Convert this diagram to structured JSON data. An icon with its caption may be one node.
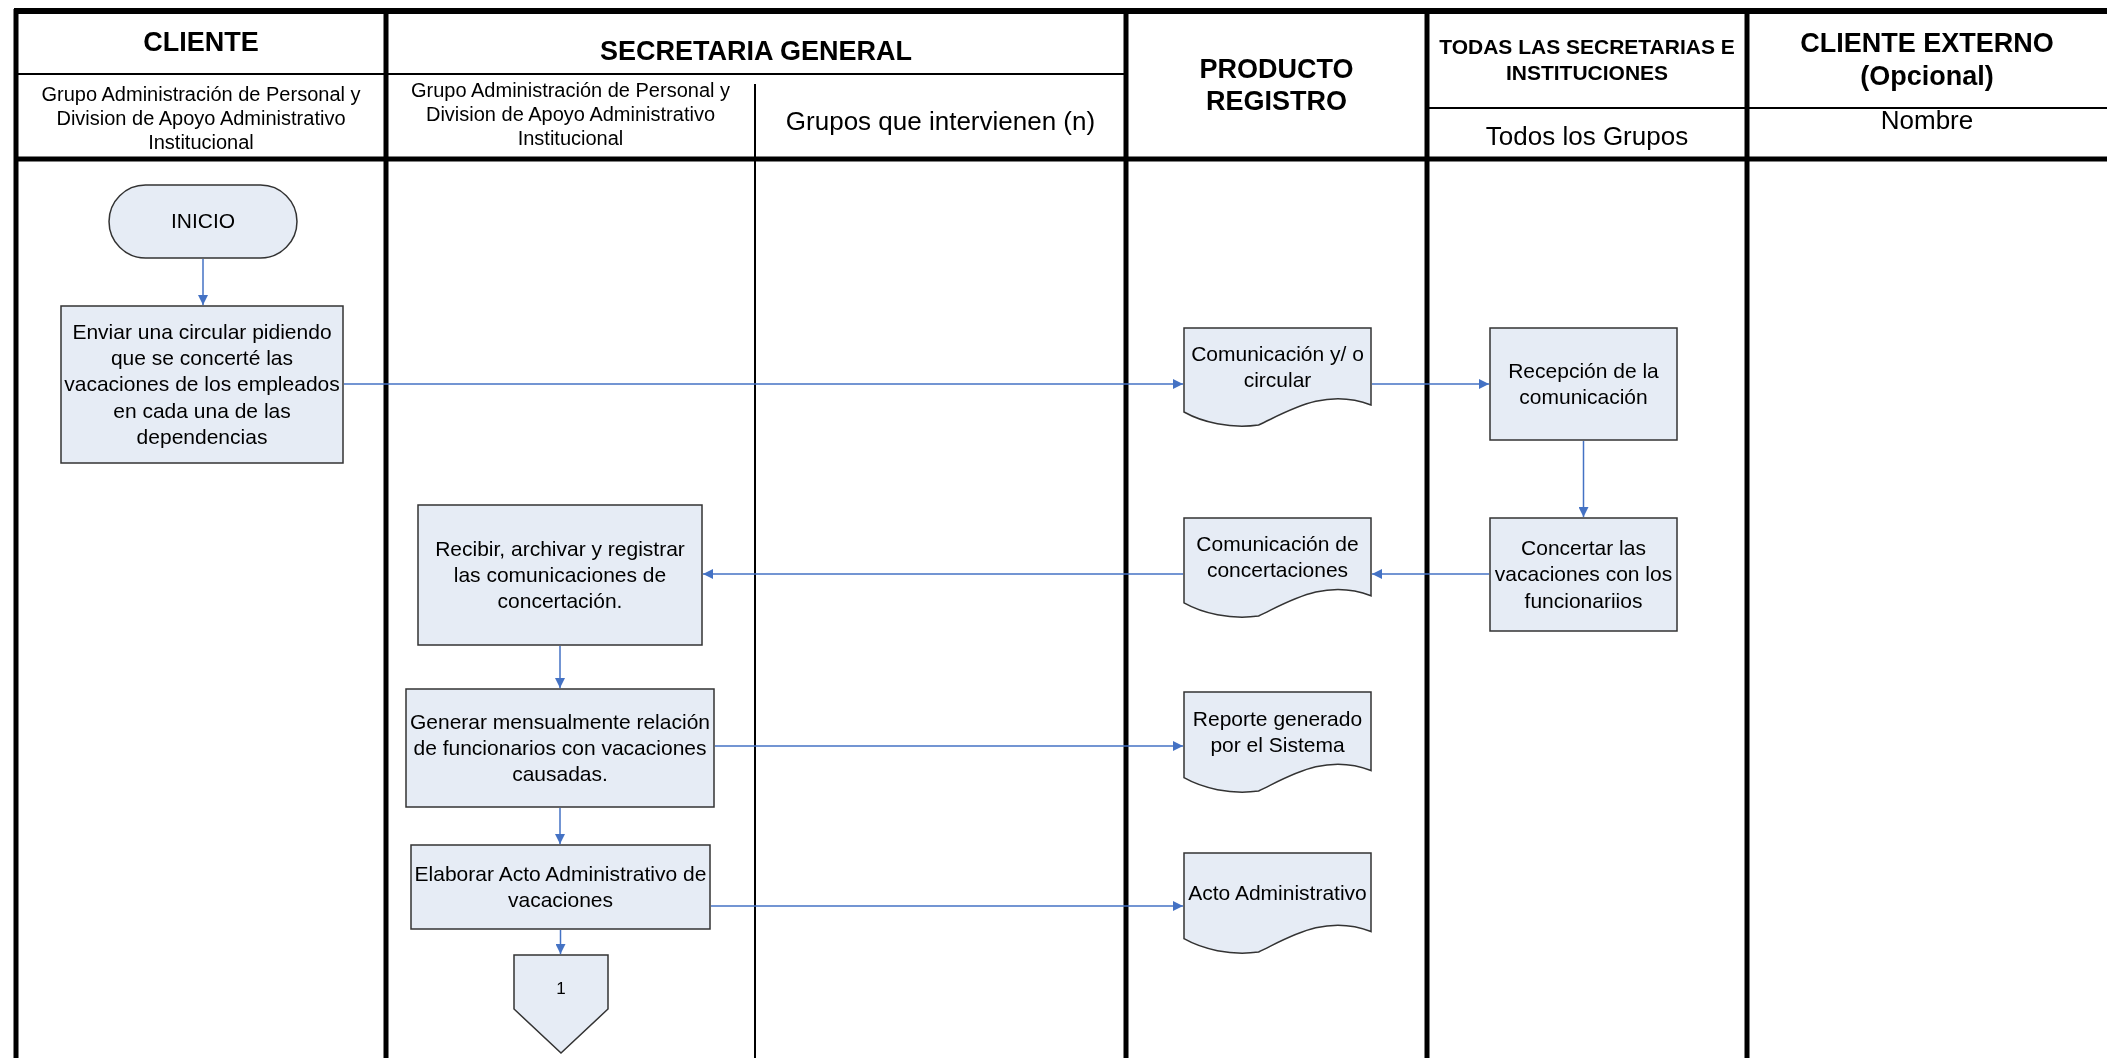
{
  "diagram": {
    "nodes": [
      {
        "text": [
          "INICIO"
        ]
      },
      {
        "text": [
          "Enviar una circular pidiendo que se concerté las vacaciones de los empleados en cada una de las dependencias"
        ]
      },
      {
        "text": [
          "Comunicación y/ o circular"
        ]
      },
      {
        "text": [
          "Recepción de la comunicación"
        ]
      },
      {
        "text": [
          "Concertar las vacaciones con los funcionariios"
        ]
      },
      {
        "text": [
          "Comunicación de concertaciones"
        ]
      },
      {
        "text": [
          "Recibir, archivar y registrar las comunicaciones de concertación."
        ]
      },
      {
        "text": [
          "Generar mensualmente relación de funcionarios con vacaciones causadas."
        ]
      },
      {
        "text": [
          "Elaborar Acto Administrativo de vacaciones"
        ]
      },
      {
        "text": [
          "Reporte generado por el Sistema"
        ]
      },
      {
        "text": [
          "Acto Administrativo"
        ]
      },
      {
        "text": [
          "1"
        ]
      }
    ],
    "edges": [
      {
        "from": 0,
        "to": 1,
        "arrow": "to"
      },
      {
        "from": 1,
        "to": 2,
        "arrow": "to"
      },
      {
        "from": 2,
        "to": 3,
        "arrow": "to"
      },
      {
        "from": 3,
        "to": 4,
        "arrow": "to"
      },
      {
        "from": 4,
        "to": 5,
        "arrow": "to"
      },
      {
        "from": 5,
        "to": 6,
        "arrow": "to"
      },
      {
        "from": 6,
        "to": 7,
        "arrow": "to"
      },
      {
        "from": 7,
        "to": 9,
        "arrow": "to"
      },
      {
        "from": 7,
        "to": 8,
        "arrow": "to"
      },
      {
        "from": 8,
        "to": 10,
        "arrow": "to"
      },
      {
        "from": 8,
        "to": 11,
        "arrow": "to"
      }
    ],
    "labels": [
      "CLIENTE",
      "SECRETARIA GENERAL",
      "PRODUCTO REGISTRO",
      "TODAS LAS SECRETARIAS E INSTITUCIONES",
      "CLIENTE EXTERNO (Opcional)",
      "Grupo Administración de Personal y Division de Apoyo Administrativo Institucional",
      "Grupo Administración de Personal y Division de Apoyo Administrativo Institucional",
      "Grupos que intervienen (n)",
      "Todos los Grupos",
      "Nombre"
    ]
  }
}
